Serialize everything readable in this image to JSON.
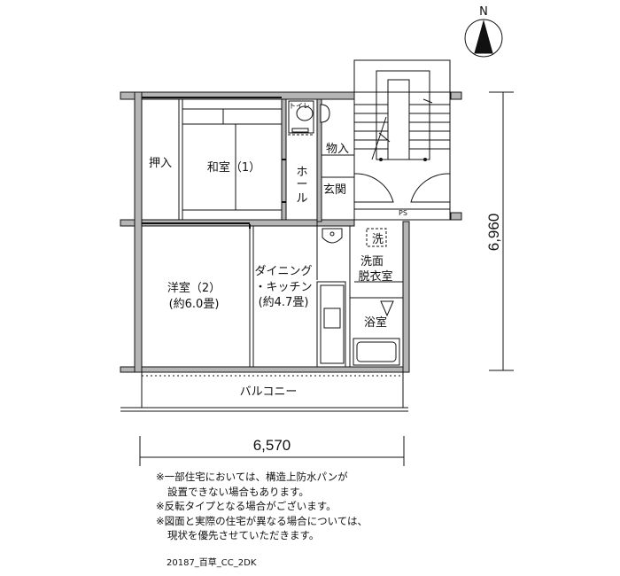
{
  "compass": {
    "label": "N"
  },
  "rooms": {
    "oshiire": "押入",
    "washitsu": "和室（1）",
    "toilet": "トイレ",
    "monoire": "物入",
    "hall": "ホール",
    "genkan": "玄関",
    "sentaku": "洗",
    "senmen_line1": "洗面",
    "senmen_line2": "脱衣室",
    "yoshitsu_line1": "洋室（2）",
    "yoshitsu_line2": "(約6.0畳)",
    "dk_line1": "ダイニング",
    "dk_line2": "・キッチン",
    "dk_line3": "(約4.7畳)",
    "yokushitsu": "浴室",
    "balcony": "バルコニー",
    "ps": "PS"
  },
  "dimensions": {
    "width": "6,570",
    "depth": "6,960"
  },
  "notes": [
    "※一部住宅においては、構造上防水パンが",
    "設置できない場合もあります。",
    "※反転タイプとなる場合がございます。",
    "※図面と実際の住宅が異なる場合については、",
    "現状を優先させていただきます。"
  ],
  "plan_code": "20187_百草_CC_2DK"
}
